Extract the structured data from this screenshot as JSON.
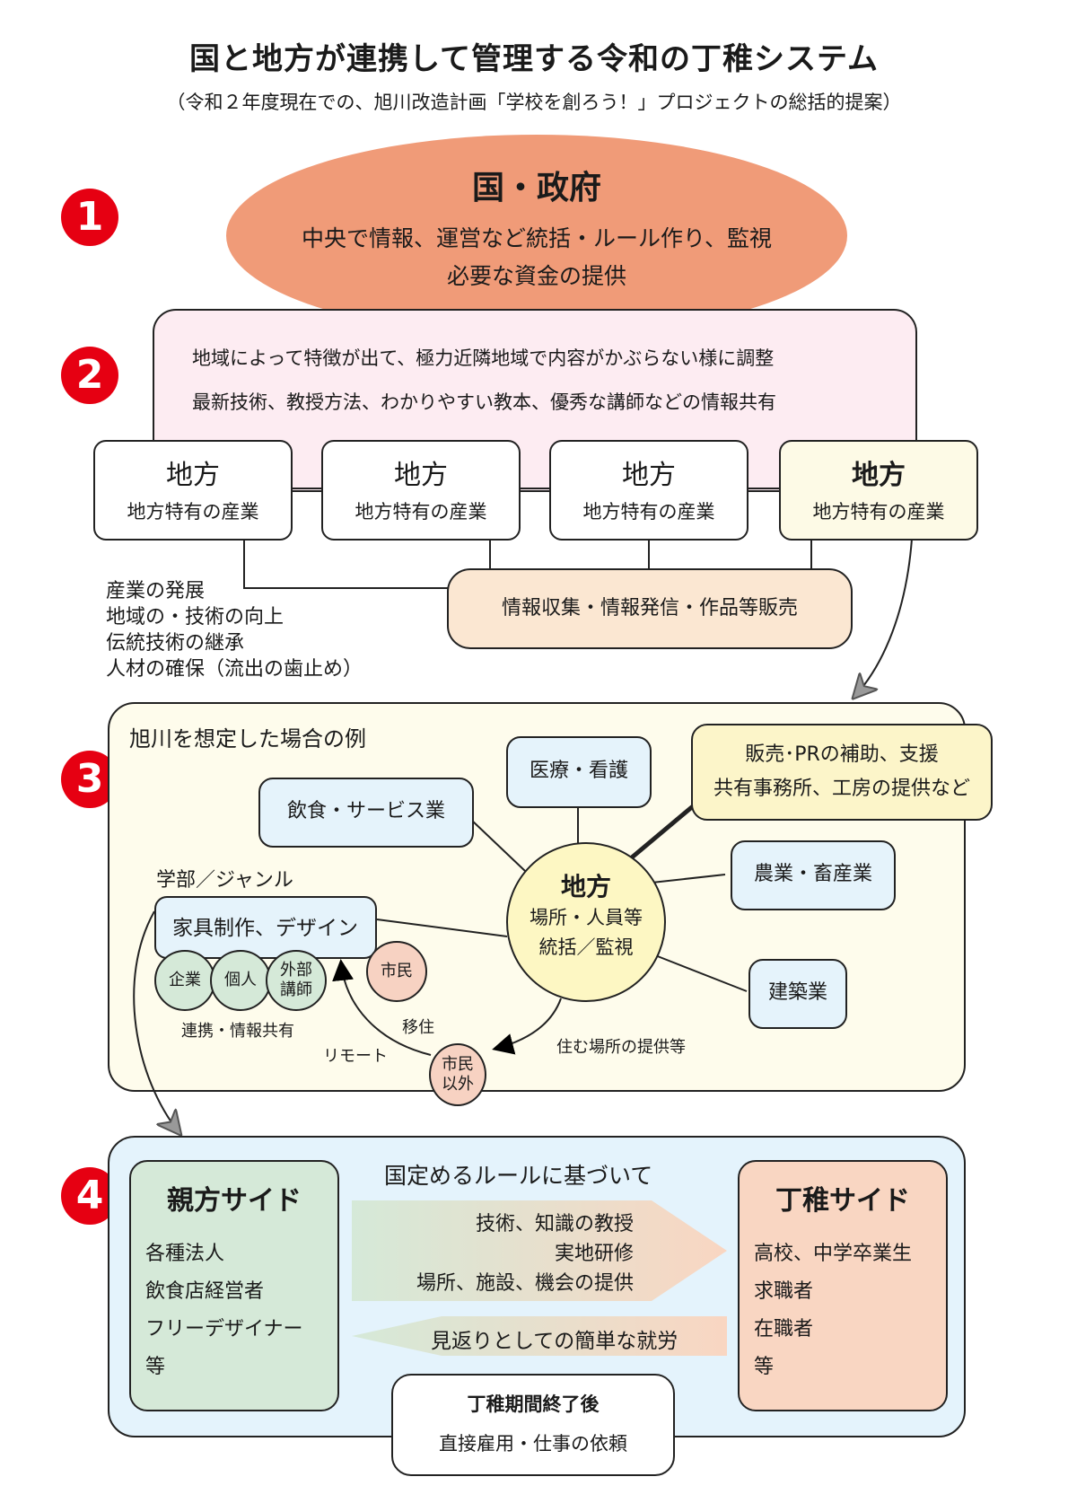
{
  "header": {
    "title": "国と地方が連携して管理する令和の丁稚システム",
    "subtitle": "（令和２年度現在での、旭川改造計画「学校を創ろう！」プロジェクトの総括的提案）"
  },
  "step_numbers": [
    "1",
    "2",
    "3",
    "4"
  ],
  "colors": {
    "number_badge": "#e60012",
    "government": "#f09b78",
    "coordination": "#fdecf2",
    "region_highlight": "#fdfae6",
    "info_box": "#fbe7d2",
    "example_bg": "#fefcec",
    "node_bg": "#e5f3fb",
    "support_bg": "#fcf5c9",
    "center_bg": "#fdf7c3",
    "partner_circle": "#d5e9d8",
    "citizen_circle": "#f7d2c2",
    "system_bg": "#e4f3fc",
    "master_side": "#d5e9d8",
    "apprentice_side": "#f9d6c2"
  },
  "government": {
    "title": "国・政府",
    "lines": [
      "中央で情報、運営など統括・ルール作り、監視",
      "必要な資金の提供"
    ]
  },
  "coordination": {
    "lines": [
      "地域によって特徴が出て、極力近隣地域で内容がかぶらない様に調整",
      "最新技術、教授方法、わかりやすい教本、優秀な講師などの情報共有"
    ]
  },
  "regions": [
    {
      "title": "地方",
      "subtitle": "地方特有の産業"
    },
    {
      "title": "地方",
      "subtitle": "地方特有の産業"
    },
    {
      "title": "地方",
      "subtitle": "地方特有の産業"
    },
    {
      "title": "地方",
      "subtitle": "地方特有の産業"
    }
  ],
  "info_hub": "情報収集・情報発信・作品等販売",
  "benefits": [
    "産業の発展",
    "地域の・技術の向上",
    "伝統技術の継承",
    "人材の確保（流出の歯止め）"
  ],
  "example": {
    "title": "旭川を想定した場合の例",
    "center": {
      "title": "地方",
      "lines": [
        "場所・人員等",
        "統括／監視"
      ]
    },
    "industries": {
      "medical": "医療・看護",
      "food": "飲食・サービス業",
      "agriculture": "農業・畜産業",
      "construction": "建築業"
    },
    "support": [
      "販売･PRの補助、支援",
      "共有事務所、工房の提供など"
    ],
    "genre_label": "学部／ジャンル",
    "genre": "家具制作、デザイン",
    "partners": [
      "企業",
      "個人",
      "外部講師"
    ],
    "partners_caption": "連携・情報共有",
    "citizen": "市民",
    "non_citizen": "市民以外",
    "relocate": "移住",
    "remote": "リモート",
    "housing": "住む場所の提供等"
  },
  "system": {
    "rule": "国定めるルールに基づいて",
    "master": {
      "title": "親方サイド",
      "items": [
        "各種法人",
        "飲食店経営者",
        "フリーデザイナー",
        "等"
      ]
    },
    "apprentice": {
      "title": "丁稚サイド",
      "items": [
        "高校、中学卒業生",
        "求職者",
        "在職者",
        "等"
      ]
    },
    "gives": [
      "技術、知識の教授",
      "実地研修",
      "場所、施設、機会の提供"
    ],
    "returns": "見返りとしての簡単な就労",
    "after": {
      "title": "丁稚期間終了後",
      "detail": "直接雇用・仕事の依頼"
    }
  }
}
